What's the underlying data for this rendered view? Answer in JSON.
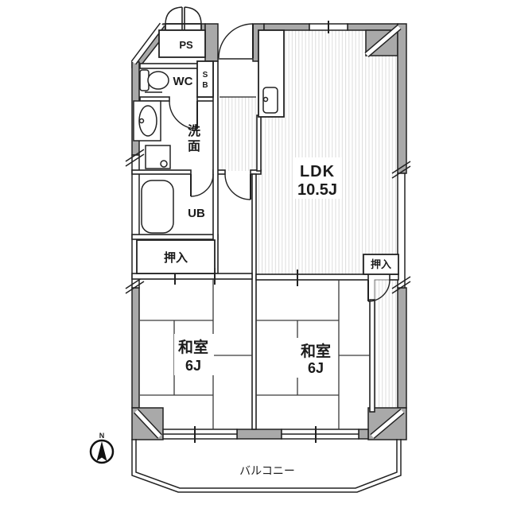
{
  "floorplan": {
    "rooms": {
      "ldk": {
        "name": "LDK",
        "size": "10.5J"
      },
      "washitsu_left": {
        "name": "和室",
        "size": "6J"
      },
      "washitsu_right": {
        "name": "和室",
        "size": "6J"
      },
      "closet_left": {
        "name": "押入"
      },
      "closet_right": {
        "name": "押入"
      },
      "washroom": {
        "name": "洗面",
        "char1": "洗",
        "char2": "面"
      },
      "unit_bath": {
        "name": "UB"
      },
      "toilet": {
        "name": "WC"
      },
      "pipe_space": {
        "name": "PS"
      },
      "shoe_box": {
        "name": "SB",
        "char1": "S",
        "char2": "B"
      },
      "balcony": {
        "name": "バルコニー"
      }
    },
    "compass": {
      "label": "N"
    },
    "colors": {
      "wall": "#a9a9a9",
      "line": "#222222",
      "hatch": "#dcdcdc",
      "background": "#ffffff"
    }
  }
}
